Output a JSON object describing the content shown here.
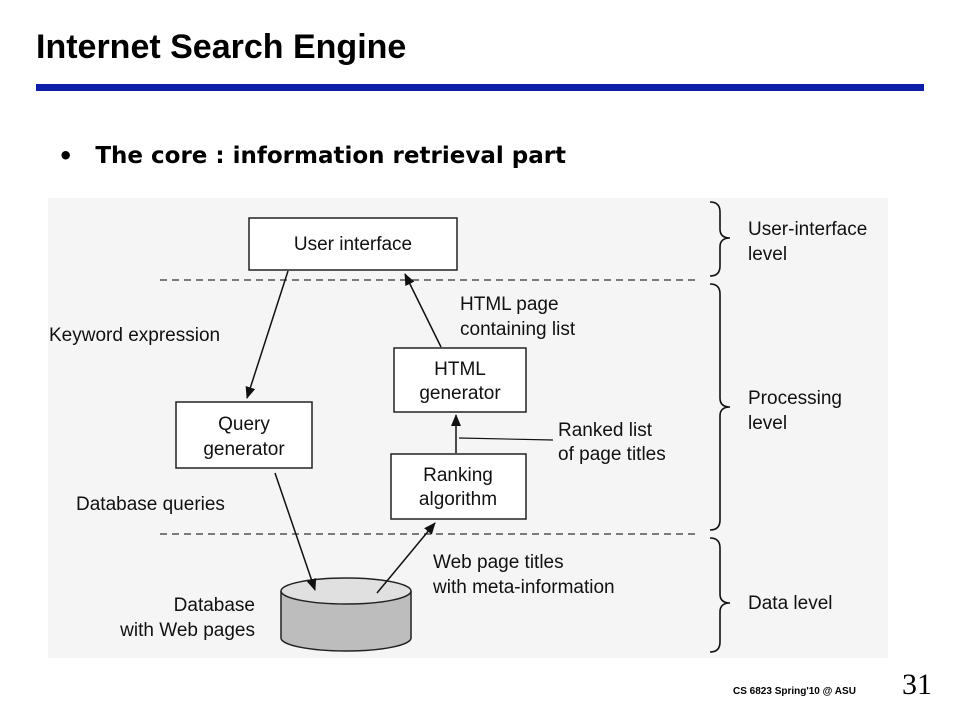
{
  "slide": {
    "title": "Internet Search Engine",
    "bullet": "The core : information retrieval part",
    "footer": "CS 6823 Spring'10 @ ASU",
    "page_number": "31",
    "accent_color": "#0d1fa8"
  },
  "diagram": {
    "boxes": {
      "user_interface": "User interface",
      "html_generator": [
        "HTML",
        "generator"
      ],
      "query_generator": [
        "Query",
        "generator"
      ],
      "ranking_algorithm": [
        "Ranking",
        "algorithm"
      ]
    },
    "database": [
      "Database",
      "with Web pages"
    ],
    "flow_labels": {
      "keyword_expression": "Keyword expression",
      "html_page": [
        "HTML page",
        "containing list"
      ],
      "ranked_list": [
        "Ranked list",
        "of page titles"
      ],
      "database_queries": "Database queries",
      "web_page_titles": [
        "Web page titles",
        "with meta-information"
      ]
    },
    "levels": {
      "user_interface": [
        "User-interface",
        "level"
      ],
      "processing": [
        "Processing",
        "level"
      ],
      "data": "Data level"
    },
    "database_fill": "#bdbdbd"
  }
}
